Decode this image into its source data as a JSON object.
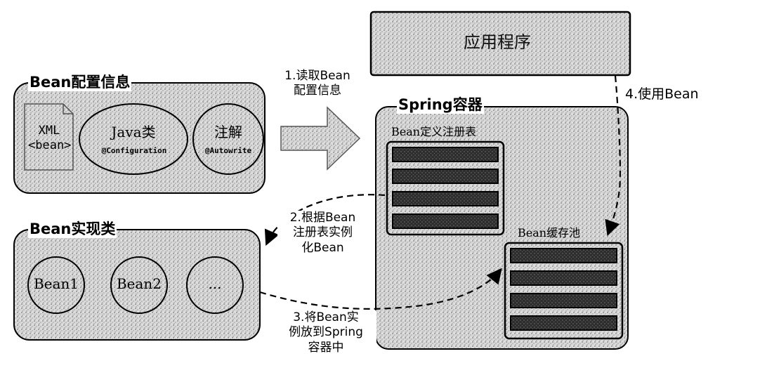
{
  "config_box": {
    "title": "Bean配置信息",
    "xml_label": [
      "XML",
      "<bean>"
    ],
    "java_label": "Java类",
    "java_sub": "@Configuration",
    "anno_label": "注解",
    "anno_sub": "@Autowrite"
  },
  "impl_box": {
    "title": "Bean实现类",
    "beans": [
      "Bean1",
      "Bean2",
      "..."
    ]
  },
  "application": {
    "label": "应用程序"
  },
  "container": {
    "title": "Spring容器",
    "registry_title": "Bean定义注册表",
    "cache_title": "Bean缓存池"
  },
  "steps": {
    "s1": [
      "1.读取Bean",
      "配置信息"
    ],
    "s2": [
      "2.根据Bean",
      "注册表实例",
      "化Bean"
    ],
    "s3": [
      "3.将Bean实",
      "例放到Spring",
      "容器中"
    ],
    "s4": "4.使用Bean"
  },
  "colors": {
    "texture": "#c8c8c8",
    "dark_bar": "#333333",
    "stroke": "#000000"
  }
}
